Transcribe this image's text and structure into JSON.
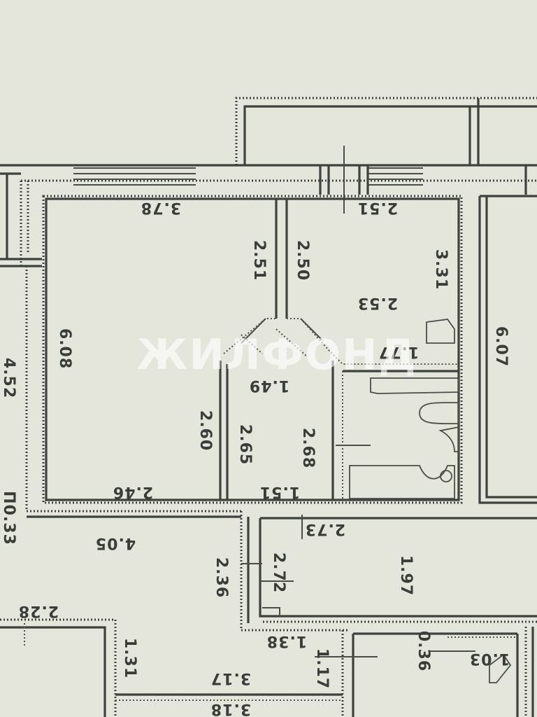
{
  "watermark": "ЖИЛФОНД",
  "dimensions": [
    {
      "id": "d-378",
      "text": "3.78",
      "rot": 180
    },
    {
      "id": "d-251a",
      "text": "2.51",
      "rot": 90
    },
    {
      "id": "d-250",
      "text": "2.50",
      "rot": 90
    },
    {
      "id": "d-251b",
      "text": "2.51",
      "rot": 180
    },
    {
      "id": "d-331",
      "text": "3.31",
      "rot": 90
    },
    {
      "id": "d-253",
      "text": "2.53",
      "rot": 180
    },
    {
      "id": "d-177",
      "text": "1.77",
      "rot": 180
    },
    {
      "id": "d-608",
      "text": "6.08",
      "rot": 90
    },
    {
      "id": "d-607",
      "text": "6.07",
      "rot": 90
    },
    {
      "id": "d-149",
      "text": "1.49",
      "rot": 180
    },
    {
      "id": "d-452",
      "text": "4.52",
      "rot": 90
    },
    {
      "id": "d-260",
      "text": "2.60",
      "rot": 90
    },
    {
      "id": "d-265",
      "text": "2.65",
      "rot": 90
    },
    {
      "id": "d-268",
      "text": "2.68",
      "rot": 90
    },
    {
      "id": "d-246",
      "text": "2.46",
      "rot": 180
    },
    {
      "id": "d-151",
      "text": "1.51",
      "rot": 180
    },
    {
      "id": "d-033",
      "text": "П0.33",
      "rot": 90
    },
    {
      "id": "d-273",
      "text": "2.73",
      "rot": 180
    },
    {
      "id": "d-405",
      "text": "4.05",
      "rot": 180
    },
    {
      "id": "d-236",
      "text": "2.36",
      "rot": 90
    },
    {
      "id": "d-272",
      "text": "2.72",
      "rot": 90
    },
    {
      "id": "d-197",
      "text": "1.97",
      "rot": 90
    },
    {
      "id": "d-228",
      "text": "2.28",
      "rot": 180
    },
    {
      "id": "d-138",
      "text": "1.38",
      "rot": 180
    },
    {
      "id": "d-036",
      "text": "0.36",
      "rot": 90
    },
    {
      "id": "d-103",
      "text": "1.03",
      "rot": 180
    },
    {
      "id": "d-131",
      "text": "1.31",
      "rot": 90
    },
    {
      "id": "d-117a",
      "text": "1.17",
      "rot": 90
    },
    {
      "id": "d-117b",
      "text": "3.17",
      "rot": 180
    },
    {
      "id": "d-318",
      "text": "3.18",
      "rot": 180
    }
  ]
}
